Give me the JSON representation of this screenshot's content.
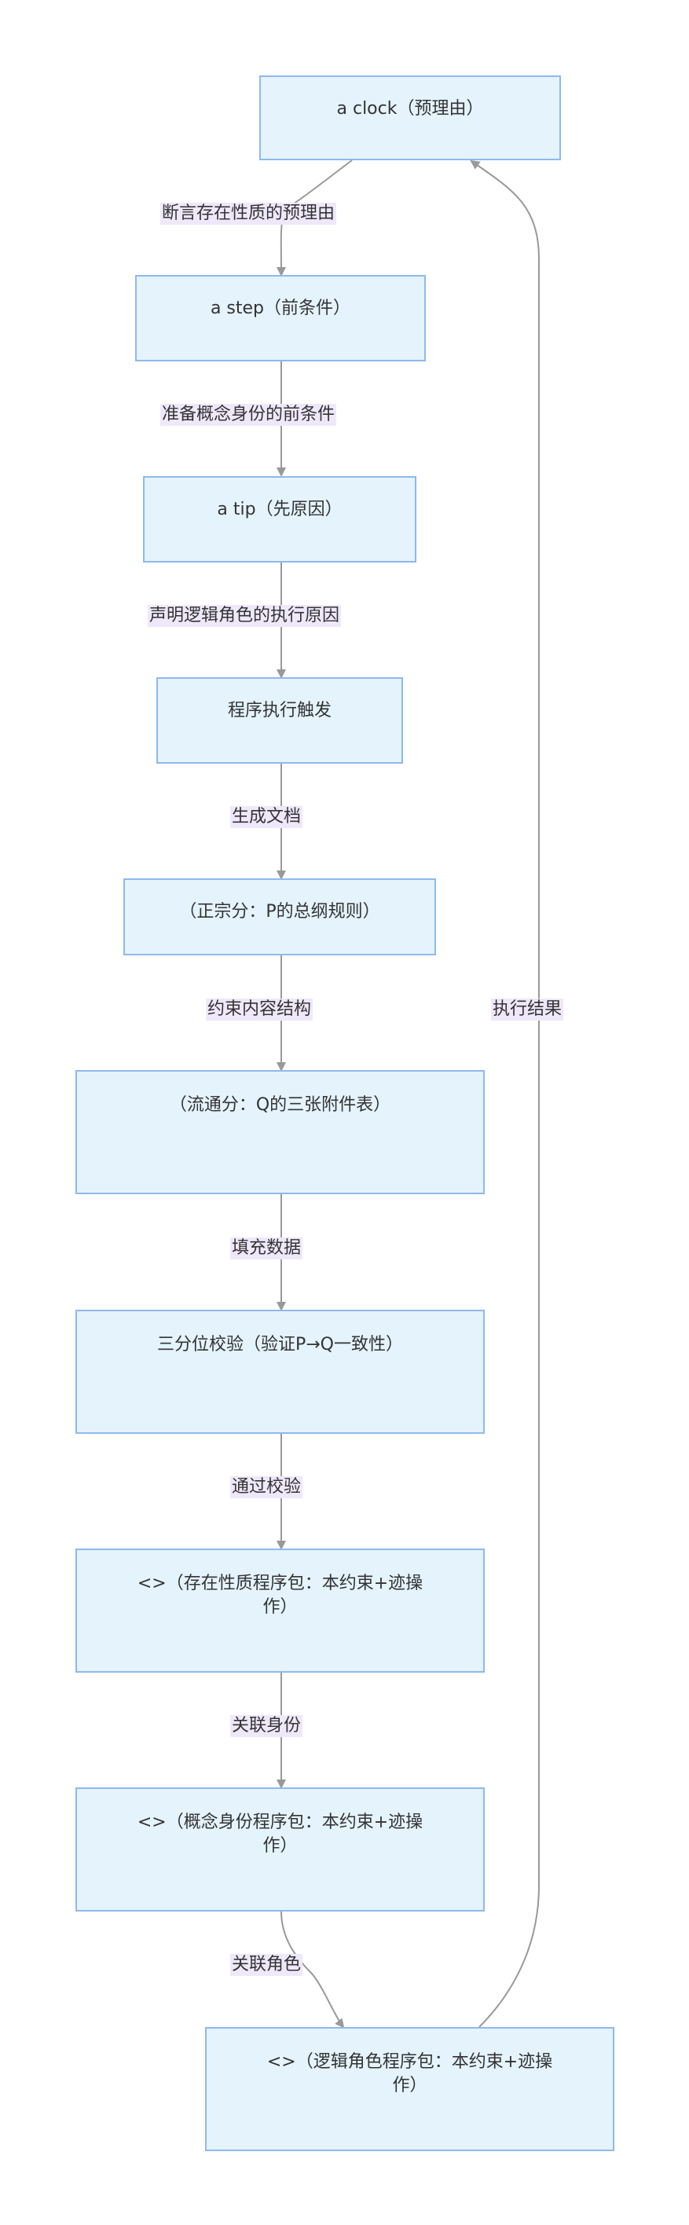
{
  "nodes": {
    "clock": "a clock（预理由）",
    "step": "a step（前条件）",
    "tip": "a tip（先原因）",
    "trigger": "程序执行触发",
    "zheng": "（正宗分：P的总纲规则）",
    "liu": "（流通分：Q的三张附件表）",
    "verify": "三分位校验（验证P→Q一致性）",
    "pkg1": "<>（存在性质程序包：本约束+迹操作）",
    "pkg2": "<>（概念身份程序包：本约束+迹操作）",
    "pkg3": "<>（逻辑角色程序包：本约束+迹操作）"
  },
  "edges": {
    "e1": "断言存在性质的预理由",
    "e2": "准备概念身份的前条件",
    "e3": "声明逻辑角色的执行原因",
    "e4": "生成文档",
    "e5": "约束内容结构",
    "e6": "填充数据",
    "e7": "通过校验",
    "e8": "关联身份",
    "e9": "关联角色",
    "e10": "执行结果"
  },
  "colors": {
    "node_fill": "#e4f3fc",
    "node_border": "#8fb9ec",
    "edge": "#999999",
    "label_bg": "#efe8fb"
  }
}
